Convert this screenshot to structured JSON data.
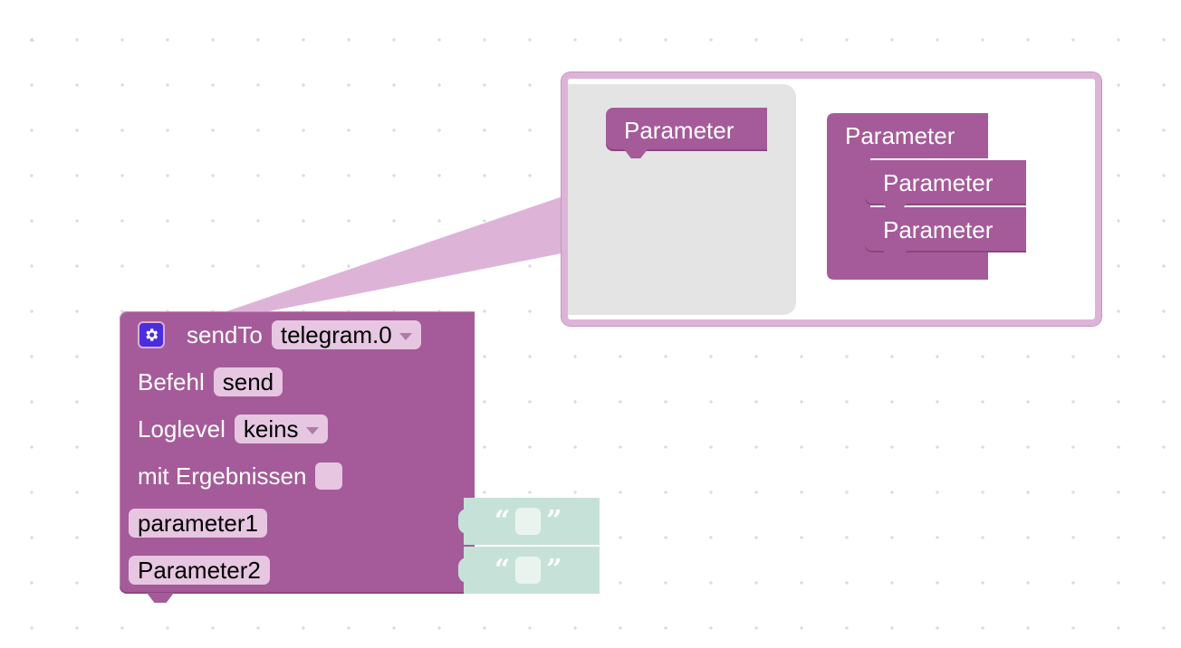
{
  "workspace": {
    "grid_color": "#d0d0d0"
  },
  "mutator": {
    "flyout_block_label": "Parameter",
    "container_label": "Parameter",
    "item_labels": [
      "Parameter",
      "Parameter"
    ]
  },
  "block": {
    "color": "#a55b99",
    "title": "sendTo",
    "adapter": "telegram.0",
    "command_label": "Befehl",
    "command_value": "send",
    "loglevel_label": "Loglevel",
    "loglevel_value": "keins",
    "results_label": "mit Ergebnissen",
    "params": [
      {
        "name": "parameter1"
      },
      {
        "name": "Parameter2"
      }
    ]
  },
  "text_blocks": [
    {
      "open_quote": "“",
      "close_quote": "”",
      "value": ""
    },
    {
      "open_quote": "“",
      "close_quote": "”",
      "value": ""
    }
  ],
  "icons": {
    "gear": "gear-icon",
    "dropdown": "chevron-down-icon"
  }
}
